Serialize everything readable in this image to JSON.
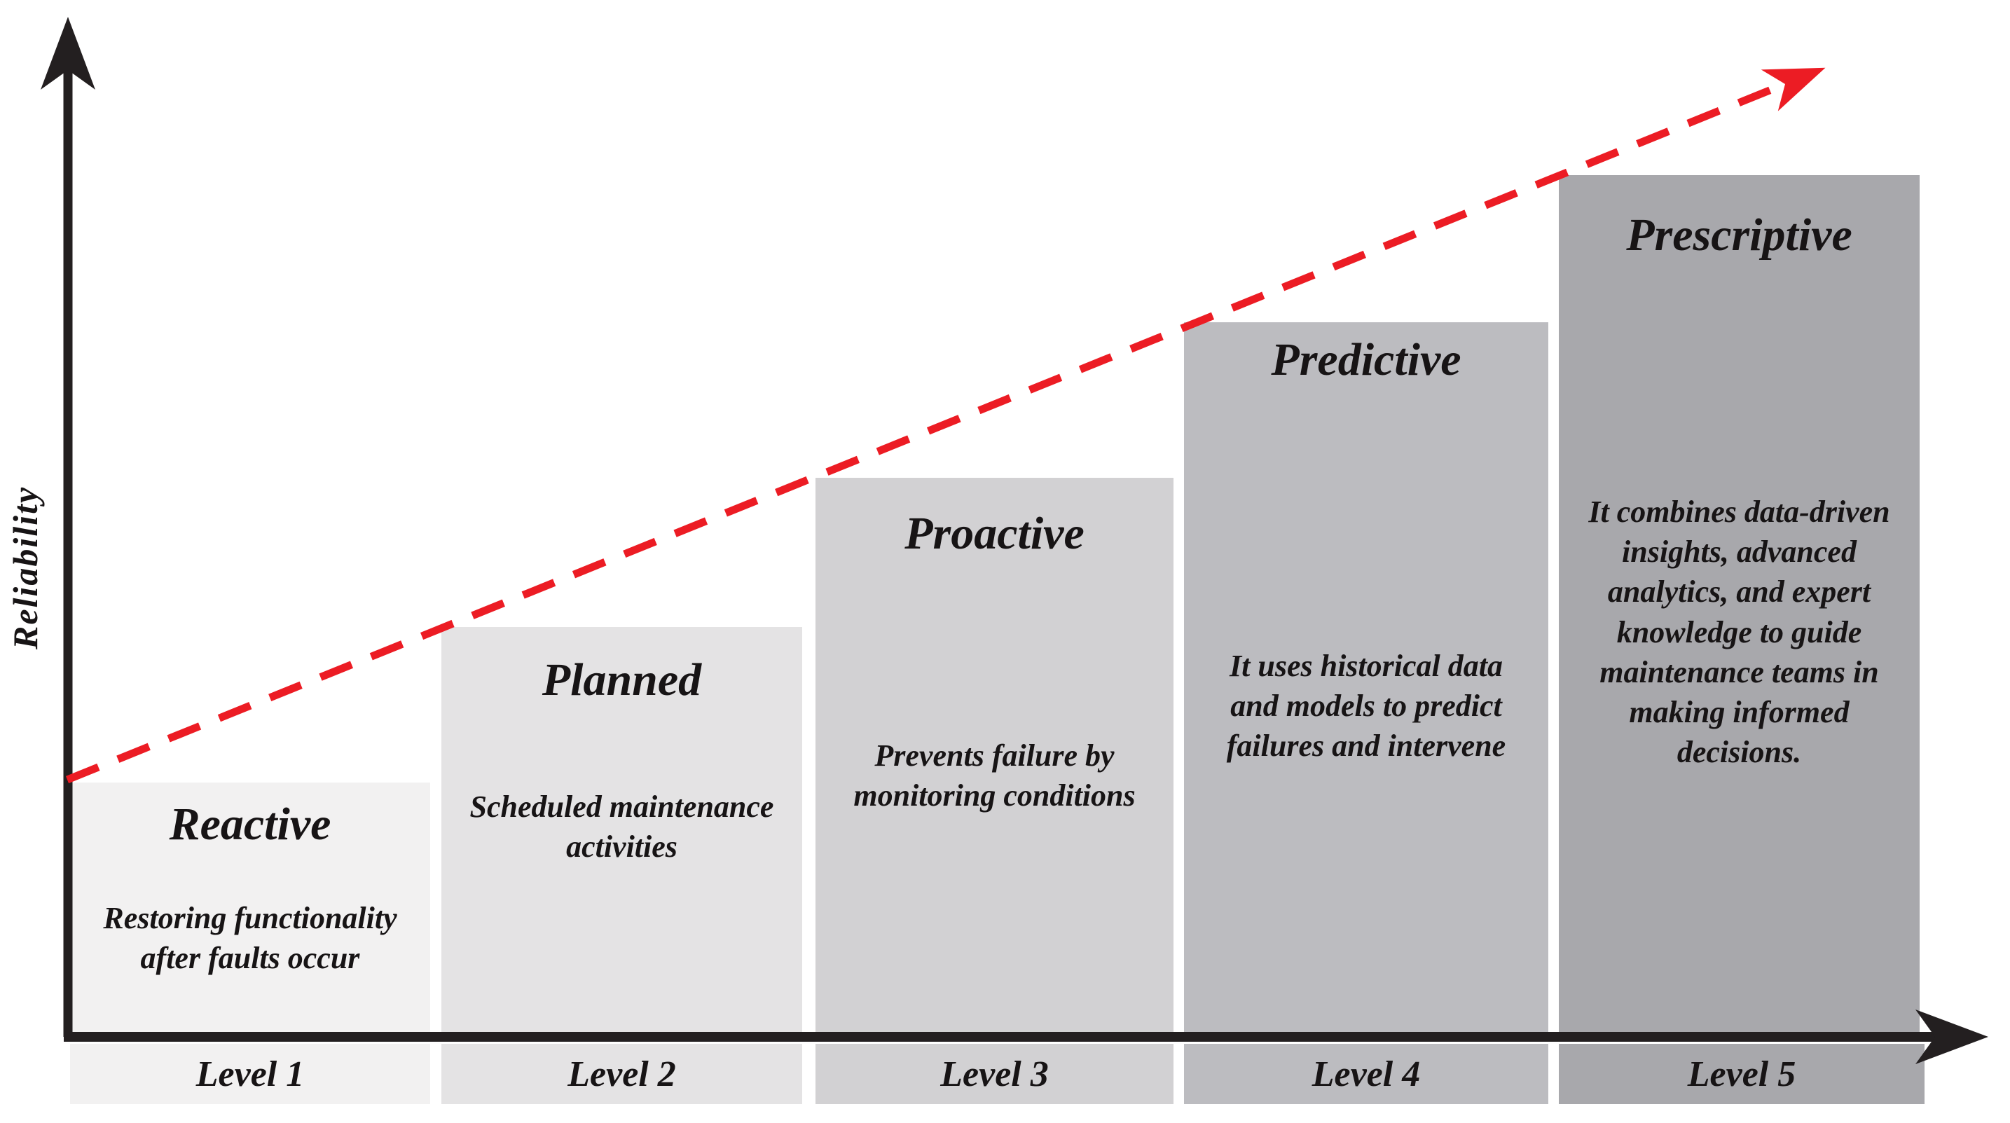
{
  "axis": {
    "y_label": "Reliability",
    "axis_color": "#231f20",
    "trend_arrow_color": "#ec1c24"
  },
  "levels": [
    {
      "level_label": "Level 1",
      "title": "Reactive",
      "description": "Restoring functionality\nafter faults occur",
      "bar_color": "#f2f1f1"
    },
    {
      "level_label": "Level 2",
      "title": "Planned",
      "description": "Scheduled maintenance\nactivities",
      "bar_color": "#e4e3e4"
    },
    {
      "level_label": "Level 3",
      "title": "Proactive",
      "description": "Prevents failure by\nmonitoring conditions",
      "bar_color": "#d2d1d3"
    },
    {
      "level_label": "Level 4",
      "title": "Predictive",
      "description": "It uses historical data\nand models to predict\nfailures and intervene",
      "bar_color": "#bcbcc0"
    },
    {
      "level_label": "Level 5",
      "title": "Prescriptive",
      "description": "It combines data-driven\ninsights, advanced\nanalytics, and expert\nknowledge to guide\nmaintenance teams in\nmaking informed\ndecisions.",
      "bar_color": "#a8a8ac"
    }
  ]
}
